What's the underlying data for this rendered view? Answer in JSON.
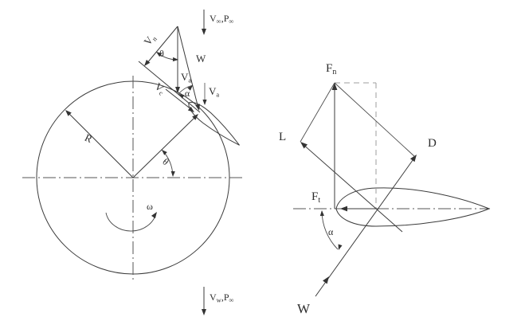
{
  "figure": {
    "left_diagram": {
      "freestream_label": {
        "v": "V",
        "v_sub": "∞",
        "p": ",P",
        "p_sub": "∞"
      },
      "wake_label": {
        "v": "V",
        "v_sub": "w",
        "p": ",P",
        "p_sub": "∞"
      },
      "radius_label": "R",
      "azimuth_angle_label": "θ",
      "angular_velocity_label": "ω",
      "normal_velocity": {
        "main": "V",
        "sub": "n"
      },
      "chordal_velocity": {
        "main": "V",
        "sub": "c"
      },
      "axial_velocity_triangle": {
        "main": "V",
        "sub": "a"
      },
      "axial_velocity_blade": {
        "main": "V",
        "sub": "a"
      },
      "relative_velocity_label": "W",
      "apex_angle_label": "θ",
      "attack_angle_label": "α"
    },
    "right_diagram": {
      "normal_force": {
        "main": "F",
        "sub": "n"
      },
      "tangential_force": {
        "main": "F",
        "sub": "t"
      },
      "lift_label": "L",
      "drag_label": "D",
      "relative_velocity_label": "W",
      "attack_angle_label": "α"
    },
    "colors": {
      "ink": "#3b3b3b",
      "muted_line": "#9d9d9d",
      "gray_vector": "#969696",
      "background": "#ffffff"
    }
  }
}
